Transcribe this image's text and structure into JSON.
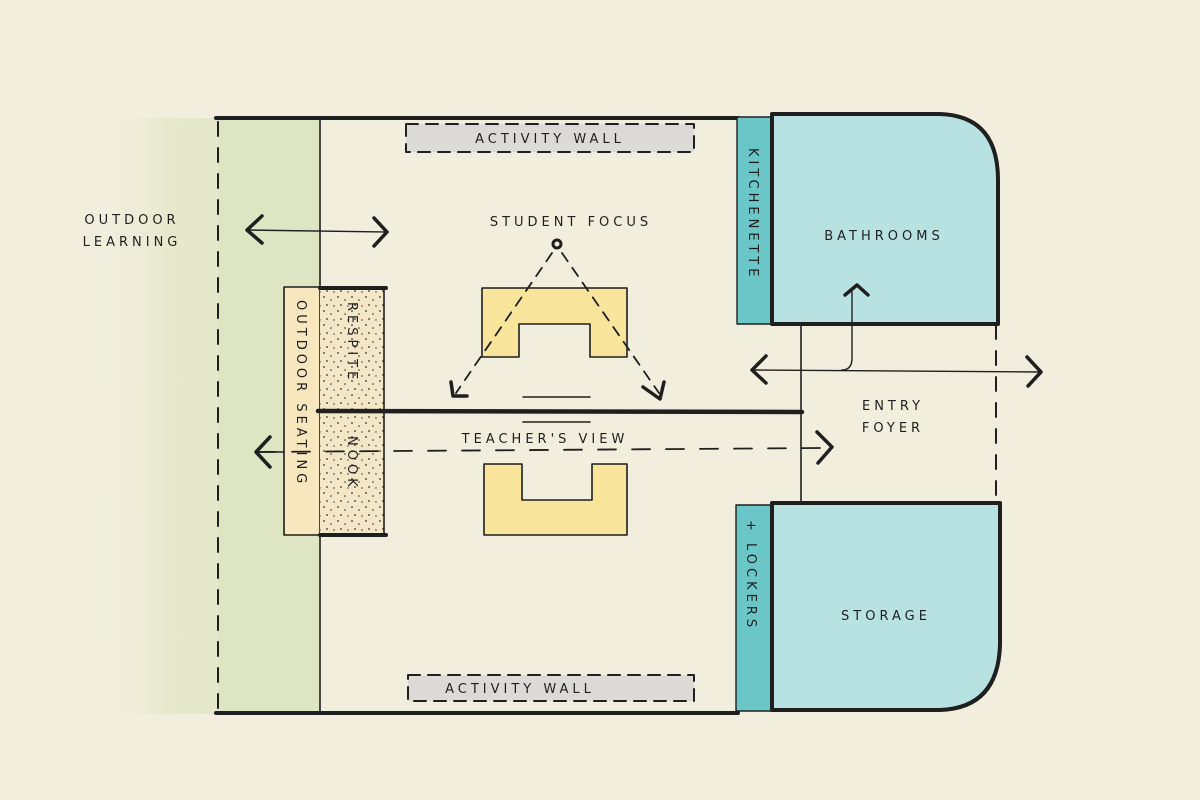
{
  "diagram": {
    "title": "Classroom floor plan sketch",
    "labels": {
      "outdoor_learning_1": "OUTDOOR",
      "outdoor_learning_2": "LEARNING",
      "activity_wall_top": "ACTIVITY WALL",
      "activity_wall_bottom": "ACTIVITY WALL",
      "student_focus": "STUDENT FOCUS",
      "teachers_view": "TEACHER'S VIEW",
      "outdoor_seating": "OUTDOOR SEATING",
      "respite": "RESPITE",
      "nook": "NOOK",
      "kitchenette": "KITCHENETTE",
      "lockers": "+ LOCKERS",
      "bathrooms": "BATHROOMS",
      "storage": "STORAGE",
      "entry_1": "ENTRY",
      "entry_2": "FOYER"
    },
    "colors": {
      "background": "#f1eedd",
      "outdoor_green": "#dfe5c4",
      "activity_wall_grey": "#dcdad6",
      "desk_yellow": "#f9e49c",
      "seating_cream": "#f8e6be",
      "nook_sand": "#f3e7c8",
      "teal_dark": "#6bc6c8",
      "teal_light": "#b8e1e1",
      "ink": "#1f1f1f"
    }
  }
}
